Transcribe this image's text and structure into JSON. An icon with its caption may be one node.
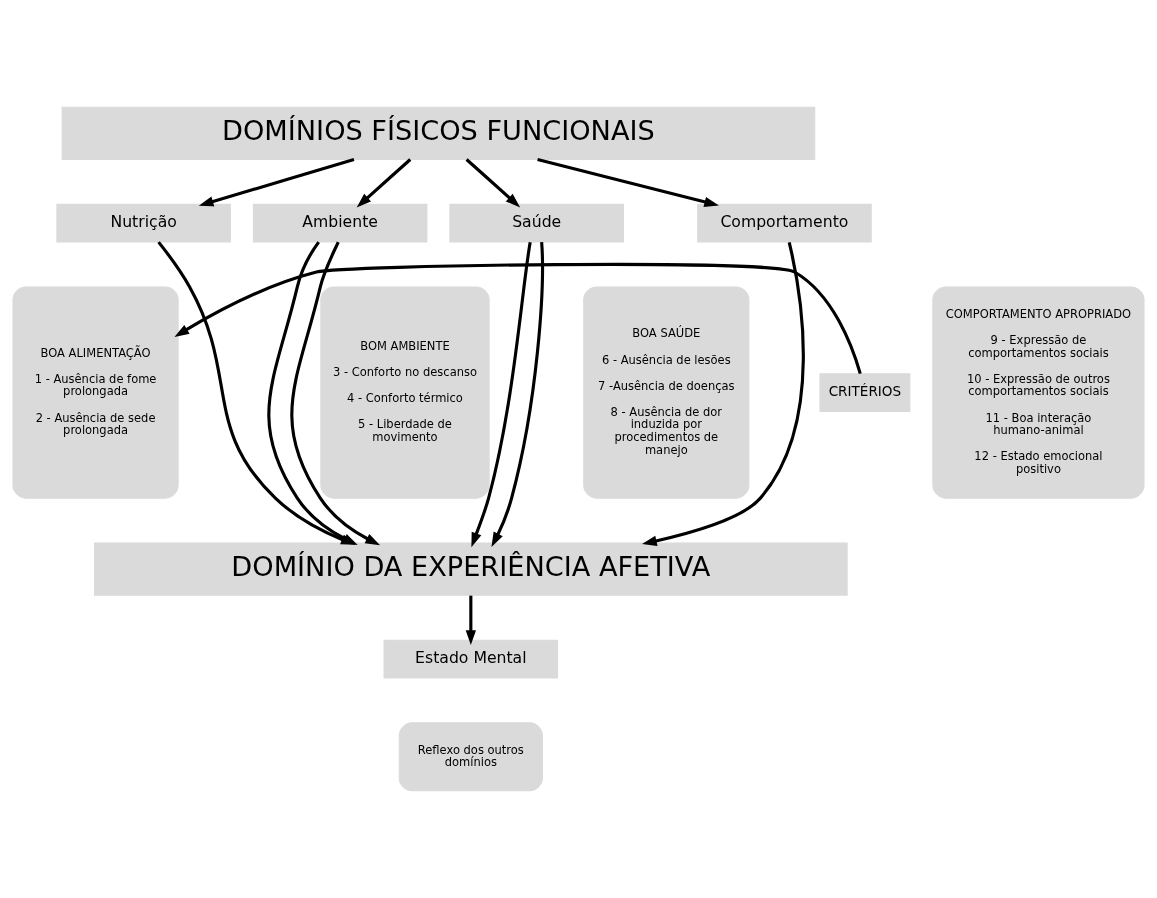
{
  "diagram": {
    "nodes": [
      {
        "text": [
          "DOMÍNIOS FÍSICOS FUNCIONAIS"
        ]
      },
      {
        "text": [
          "Nutrição"
        ]
      },
      {
        "text": [
          "Ambiente"
        ]
      },
      {
        "text": [
          "Saúde"
        ]
      },
      {
        "text": [
          "Comportamento"
        ]
      },
      {
        "text": [
          "CRITÉRIOS"
        ]
      },
      {
        "text": [
          "BOA ALIMENTAÇÃO",
          "1 - Ausência de fome prolongada",
          "2 - Ausência de sede prolongada"
        ]
      },
      {
        "text": [
          "BOM AMBIENTE",
          "3 - Conforto no descanso",
          "4 - Conforto térmico",
          "5 - Liberdade de movimento"
        ]
      },
      {
        "text": [
          "BOA SAÚDE",
          "6 - Ausência de lesões",
          "7 -Ausência de doenças",
          "8 - Ausência de dor induzida por procedimentos de manejo"
        ]
      },
      {
        "text": [
          "COMPORTAMENTO APROPRIADO",
          "9 - Expressão de comportamentos sociais",
          "10 - Expressão de outros comportamentos sociais",
          "11 - Boa interação humano-animal",
          "12 - Estado emocional positivo"
        ]
      },
      {
        "text": [
          "DOMÍNIO DA EXPERIÊNCIA AFETIVA"
        ]
      },
      {
        "text": [
          "Estado Mental"
        ]
      },
      {
        "text": [
          "Reflexo dos outros domínios"
        ]
      }
    ],
    "edges": [
      {
        "from": 0,
        "to": 1,
        "arrow": "to"
      },
      {
        "from": 0,
        "to": 2,
        "arrow": "to"
      },
      {
        "from": 0,
        "to": 3,
        "arrow": "to"
      },
      {
        "from": 0,
        "to": 4,
        "arrow": "to"
      },
      {
        "from": 5,
        "to": 6,
        "arrow": "to"
      },
      {
        "from": 1,
        "to": 10,
        "arrow": "to"
      },
      {
        "from": 2,
        "to": 10,
        "arrow": "to"
      },
      {
        "from": 2,
        "to": 10,
        "arrow": "to"
      },
      {
        "from": 3,
        "to": 10,
        "arrow": "to"
      },
      {
        "from": 3,
        "to": 10,
        "arrow": "to"
      },
      {
        "from": 4,
        "to": 10,
        "arrow": "to"
      },
      {
        "from": 10,
        "to": 11,
        "arrow": "to"
      }
    ]
  }
}
